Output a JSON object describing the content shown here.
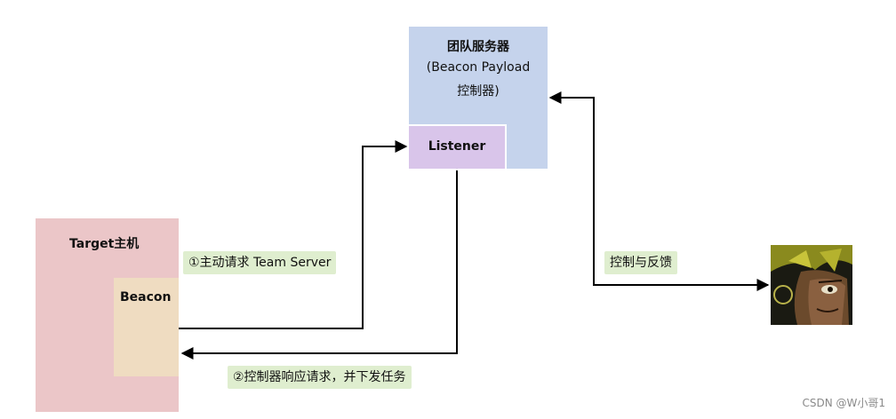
{
  "server": {
    "title": "团队服务器",
    "subtitle_line1": "(Beacon Payload",
    "subtitle_line2": "控制器)",
    "listener": "Listener",
    "fill": "#c5d3ec",
    "listener_fill": "#d9c5ea"
  },
  "target": {
    "title": "Target主机",
    "beacon": "Beacon",
    "fill": "#ebc6c8",
    "beacon_fill": "#efdcc1"
  },
  "notes": {
    "request": "①主动请求 Team Server",
    "response": "②控制器响应请求，并下发任务",
    "control": "控制与反馈",
    "fill": "#dfeecf"
  },
  "avatar": {
    "icon": "hacker-avatar-icon"
  },
  "watermark": "CSDN @W小哥1"
}
